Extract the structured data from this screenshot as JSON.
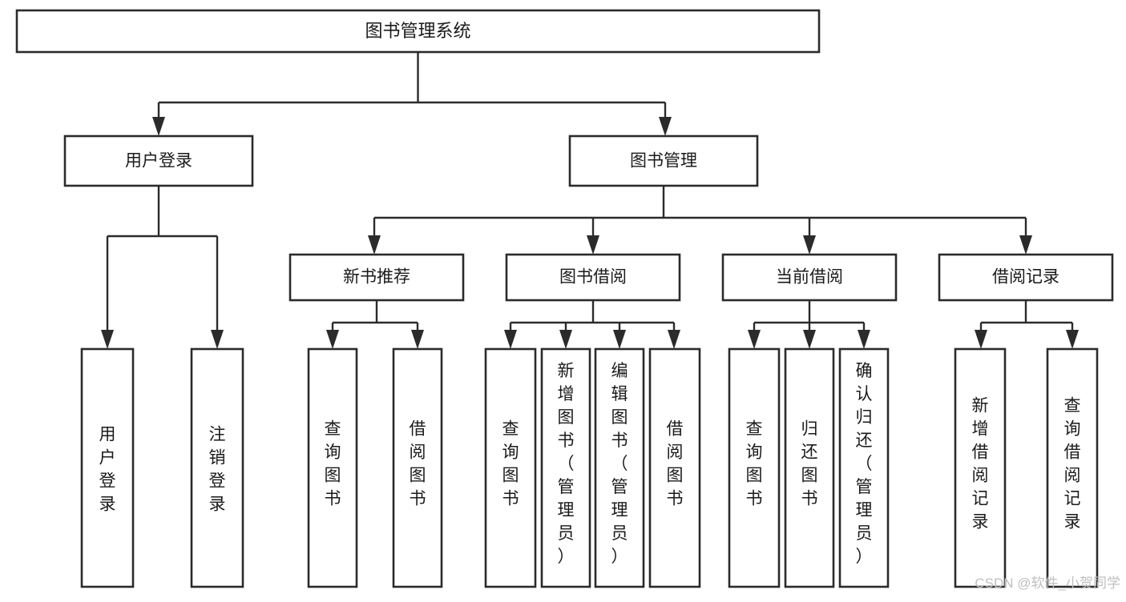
{
  "diagram": {
    "type": "tree",
    "title": "图书管理系统",
    "root": {
      "id": "root",
      "label": "图书管理系统",
      "orientation": "horizontal"
    },
    "level2": [
      {
        "id": "user-login",
        "label": "用户登录",
        "orientation": "horizontal"
      },
      {
        "id": "book-manage",
        "label": "图书管理",
        "orientation": "horizontal"
      }
    ],
    "level3": [
      {
        "id": "new-book-recommend",
        "label": "新书推荐",
        "parent": "book-manage",
        "orientation": "horizontal"
      },
      {
        "id": "book-borrow",
        "label": "图书借阅",
        "parent": "book-manage",
        "orientation": "horizontal"
      },
      {
        "id": "current-borrow",
        "label": "当前借阅",
        "parent": "book-manage",
        "orientation": "horizontal"
      },
      {
        "id": "borrow-record",
        "label": "借阅记录",
        "parent": "book-manage",
        "orientation": "horizontal"
      }
    ],
    "leaves": [
      {
        "id": "leaf-user-login",
        "label": "用户登录",
        "parent": "user-login",
        "orientation": "vertical"
      },
      {
        "id": "leaf-user-logout",
        "label": "注销登录",
        "parent": "user-login",
        "orientation": "vertical"
      },
      {
        "id": "leaf-query-book-1",
        "label": "查询图书",
        "parent": "new-book-recommend",
        "orientation": "vertical"
      },
      {
        "id": "leaf-borrow-book-1",
        "label": "借阅图书",
        "parent": "new-book-recommend",
        "orientation": "vertical"
      },
      {
        "id": "leaf-query-book-2",
        "label": "查询图书",
        "parent": "book-borrow",
        "orientation": "vertical"
      },
      {
        "id": "leaf-add-book",
        "label": "新增图书（管理员）",
        "parent": "book-borrow",
        "orientation": "vertical"
      },
      {
        "id": "leaf-edit-book",
        "label": "编辑图书（管理员）",
        "parent": "book-borrow",
        "orientation": "vertical"
      },
      {
        "id": "leaf-borrow-book-2",
        "label": "借阅图书",
        "parent": "book-borrow",
        "orientation": "vertical"
      },
      {
        "id": "leaf-query-book-3",
        "label": "查询图书",
        "parent": "current-borrow",
        "orientation": "vertical"
      },
      {
        "id": "leaf-return-book",
        "label": "归还图书",
        "parent": "current-borrow",
        "orientation": "vertical"
      },
      {
        "id": "leaf-confirm-return",
        "label": "确认归还（管理员）",
        "parent": "current-borrow",
        "orientation": "vertical"
      },
      {
        "id": "leaf-add-record",
        "label": "新增借阅记录",
        "parent": "borrow-record",
        "orientation": "vertical"
      },
      {
        "id": "leaf-query-record",
        "label": "查询借阅记录",
        "parent": "borrow-record",
        "orientation": "vertical"
      }
    ],
    "colors": {
      "box_fill": "#ffffff",
      "box_stroke": "#2b2b2b",
      "text": "#1a1a1a",
      "connector": "#2b2b2b",
      "background": "#ffffff",
      "watermark": "#bfbfbf"
    }
  },
  "watermark": {
    "text": "CSDN @软件_小贺同学"
  }
}
